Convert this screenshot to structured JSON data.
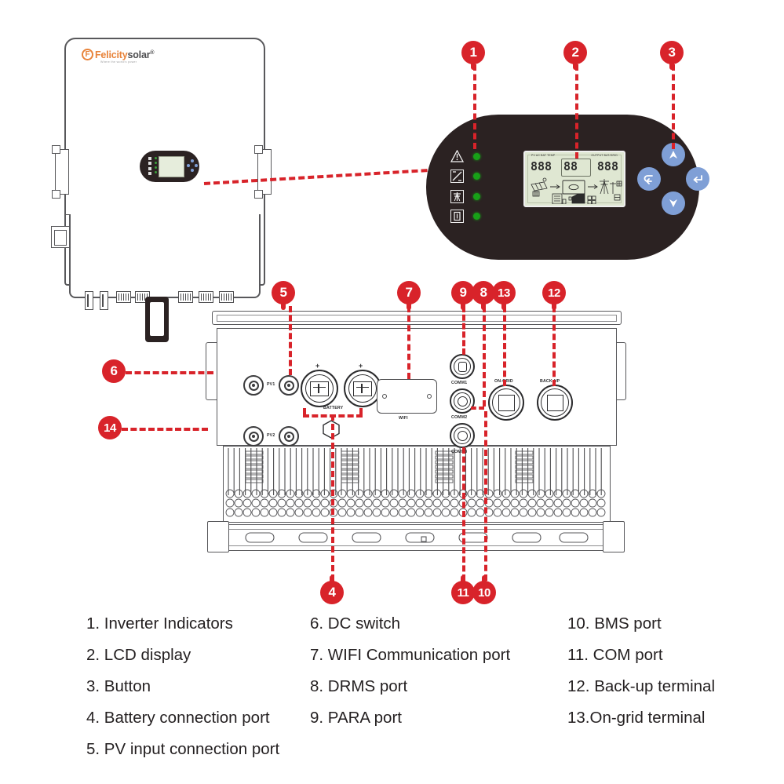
{
  "product": {
    "brand_primary": "Felicity",
    "brand_secondary": "solar",
    "brand_reg": "®",
    "brand_tagline": "Where the world's power"
  },
  "colors": {
    "callout_red": "#d8232a",
    "brand_orange": "#e8833a",
    "led_green": "#18a018",
    "button_blue": "#7f9fd6",
    "panel_dark": "#2b2222",
    "lcd_green": "#dfe7d2",
    "outline_gray": "#58585b"
  },
  "callouts": [
    {
      "id": "1",
      "label": "Inverter Indicators"
    },
    {
      "id": "2",
      "label": "LCD display"
    },
    {
      "id": "3",
      "label": "Button"
    },
    {
      "id": "4",
      "label": "Battery connection port"
    },
    {
      "id": "5",
      "label": "PV input connection port"
    },
    {
      "id": "6",
      "label": "DC switch"
    },
    {
      "id": "7",
      "label": "WIFI Communication port"
    },
    {
      "id": "8",
      "label": "DRMS port"
    },
    {
      "id": "9",
      "label": "PARA port"
    },
    {
      "id": "10",
      "label": "BMS port"
    },
    {
      "id": "11",
      "label": "COM port"
    },
    {
      "id": "12",
      "label": "Back-up terminal"
    },
    {
      "id": "13",
      "label": "On-grid terminal"
    },
    {
      "id": "14",
      "label": ""
    }
  ],
  "legend": {
    "column1": [
      "1. Inverter Indicators",
      "2. LCD display",
      "3. Button",
      "4. Battery connection port",
      "5. PV input connection port"
    ],
    "column2": [
      "6. DC switch",
      "7. WIFI Communication port",
      "8. DRMS port",
      "9. PARA port"
    ],
    "column3": [
      "10. BMS port",
      "11. COM port",
      "12. Back-up terminal",
      "13.On-grid terminal"
    ]
  },
  "control_panel": {
    "indicators": [
      {
        "icon": "warning-triangle-icon",
        "glyph": "⚠",
        "led": "green"
      },
      {
        "icon": "pv-solar-icon",
        "glyph": "⧸",
        "led": "green"
      },
      {
        "icon": "grid-tower-icon",
        "glyph": "廾",
        "led": "green"
      },
      {
        "icon": "battery-icon",
        "glyph": "□",
        "led": "green"
      }
    ],
    "buttons": [
      {
        "name": "up-button",
        "glyph": "▲"
      },
      {
        "name": "esc-button",
        "glyph": "↩"
      },
      {
        "name": "enter-button",
        "glyph": "↵"
      },
      {
        "name": "down-button",
        "glyph": "▼"
      }
    ]
  },
  "lcd": {
    "header_left": "PV AC BAT TEMP",
    "header_right": "OUTPUT BAT/GRID",
    "digits_left": "888",
    "digits_center": "88",
    "digits_right": "888",
    "units_left": "V A\nKW H",
    "units_right": "V A\nKW H",
    "flow_icons": [
      "solar-panel-icon",
      "inverter-box-icon",
      "grid-tower-icon",
      "building-icon",
      "house-icon",
      "battery-bank-icon"
    ]
  },
  "bottom_ports": {
    "pv1": "PV1",
    "pv2": "PV2",
    "battery": "BATTERY",
    "battery_plus_1": "+",
    "battery_plus_2": "+",
    "wifi": "WIFI",
    "comm1": "COMM1",
    "comm2": "COMM2",
    "comm3": "COMM3",
    "on_grid": "ON-GRID",
    "back_up": "BACK-UP"
  }
}
